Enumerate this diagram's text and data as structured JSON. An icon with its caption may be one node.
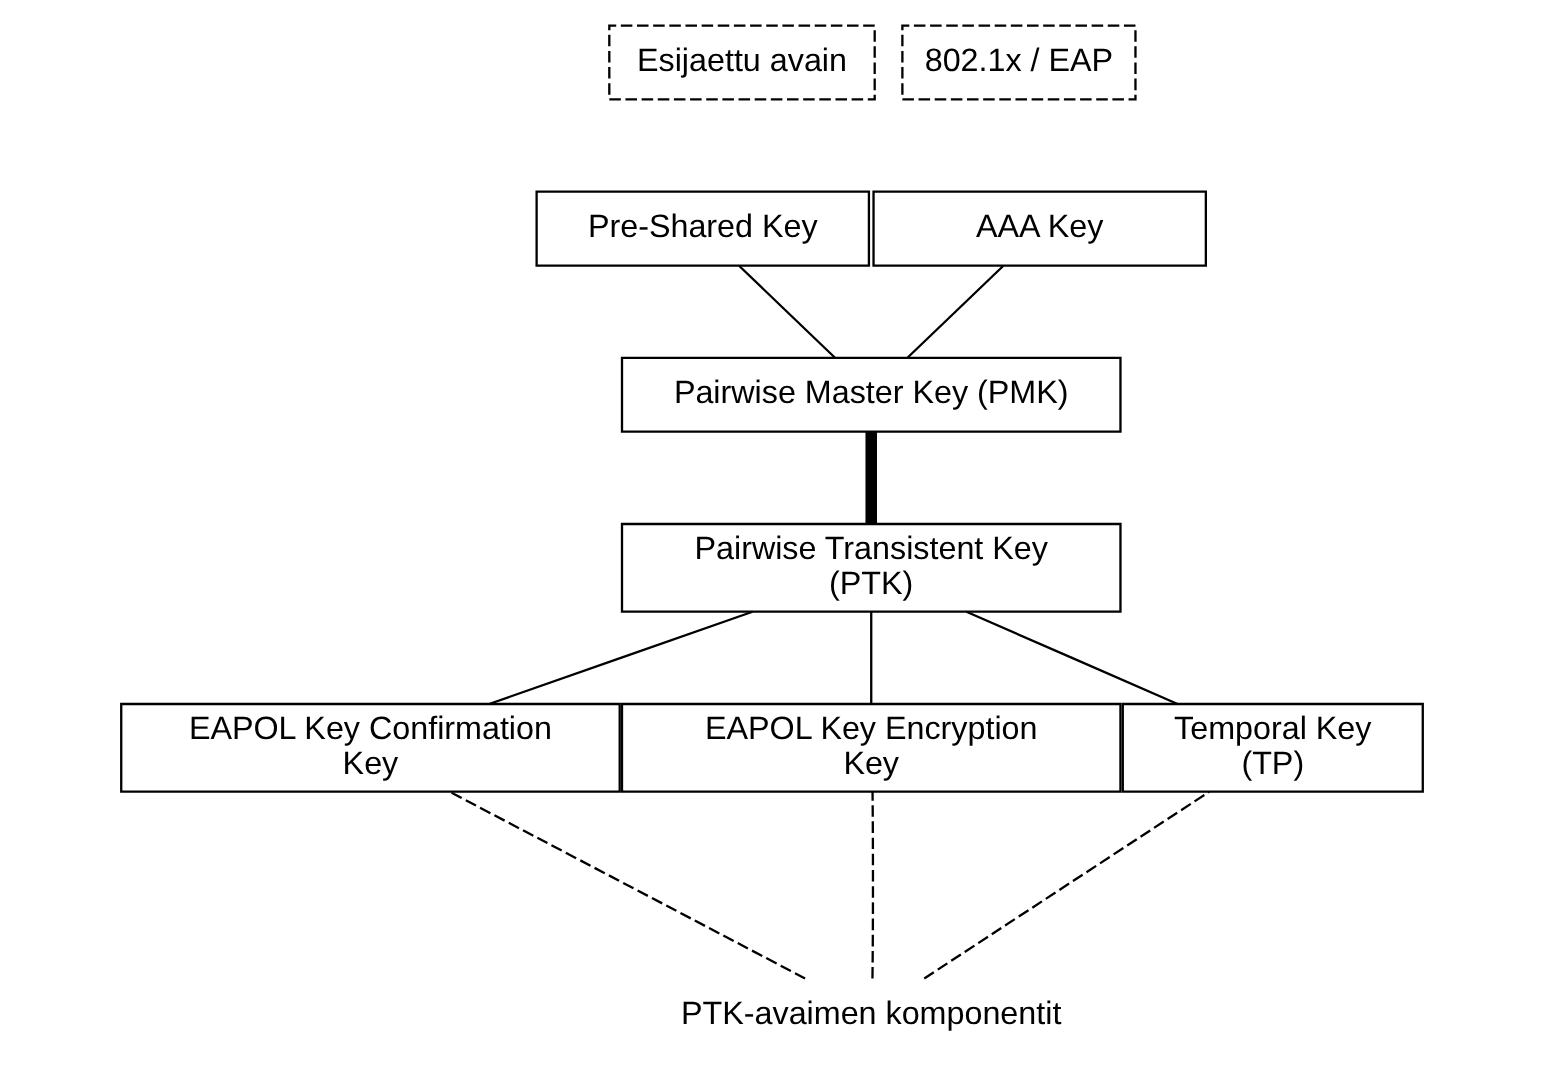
{
  "diagram": {
    "nodes": [
      {
        "text": [
          "Esijaettu avain"
        ]
      },
      {
        "text": [
          "802.1x / EAP"
        ]
      },
      {
        "text": [
          "Pre-Shared Key"
        ]
      },
      {
        "text": [
          "AAA Key"
        ]
      },
      {
        "text": [
          "Pairwise Master Key (PMK)"
        ]
      },
      {
        "text": [
          "Pairwise Transistent Key (PTK)"
        ]
      },
      {
        "text": [
          "EAPOL Key Confirmation Key"
        ]
      },
      {
        "text": [
          "EAPOL Key Encryption Key"
        ]
      },
      {
        "text": [
          "Temporal Key (TP)"
        ]
      },
      {
        "text": [
          "PTK-avaimen komponentit"
        ]
      }
    ],
    "edges": [
      {
        "from": 2,
        "to": 4,
        "arrow": "none"
      },
      {
        "from": 3,
        "to": 4,
        "arrow": "none"
      },
      {
        "from": 4,
        "to": 5,
        "arrow": "none",
        "style": "thick"
      },
      {
        "from": 5,
        "to": 6,
        "arrow": "none"
      },
      {
        "from": 5,
        "to": 7,
        "arrow": "none"
      },
      {
        "from": 5,
        "to": 8,
        "arrow": "none"
      },
      {
        "from": 9,
        "to": 6,
        "arrow": "none",
        "style": "dashed"
      },
      {
        "from": 9,
        "to": 7,
        "arrow": "none",
        "style": "dashed"
      },
      {
        "from": 9,
        "to": 8,
        "arrow": "none",
        "style": "dashed"
      }
    ]
  }
}
